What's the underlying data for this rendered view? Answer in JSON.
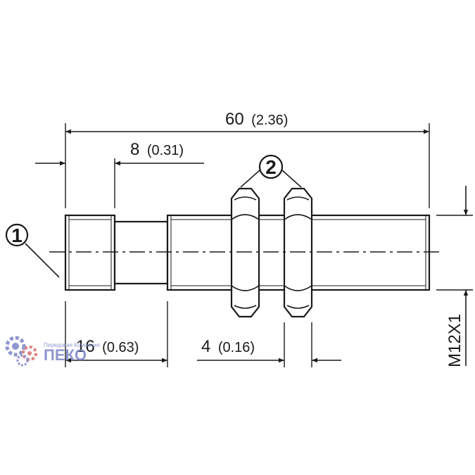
{
  "dimensions": {
    "overall_length": {
      "value": "60",
      "inch": "(2.36)"
    },
    "thread_start": {
      "value": "8",
      "inch": "(0.31)"
    },
    "connector_length": {
      "value": "16",
      "inch": "(0.63)"
    },
    "nut_width": {
      "value": "4",
      "inch": "(0.16)"
    },
    "thread_size": "M12X1"
  },
  "callouts": {
    "connector": "1",
    "nuts": "2"
  },
  "watermark": {
    "logo_text": "ПЕКО",
    "tagline": "Передовая Компания"
  }
}
